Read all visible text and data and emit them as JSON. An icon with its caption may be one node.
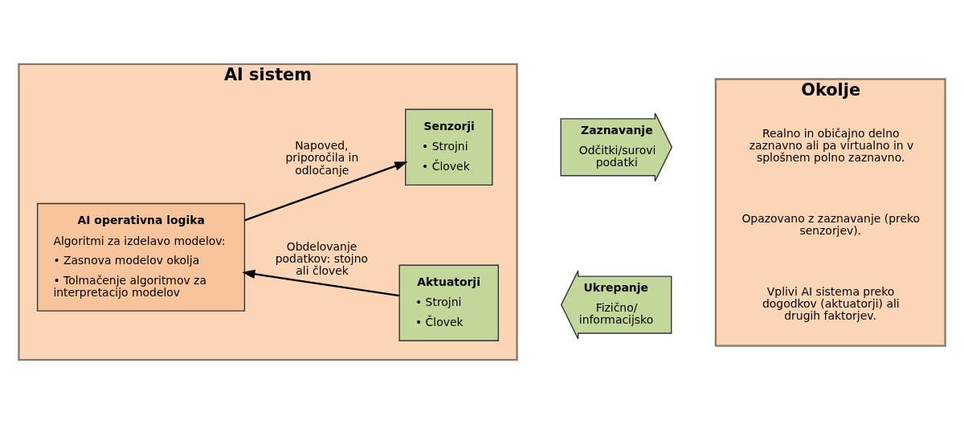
{
  "diagram": {
    "nodes": [
      {
        "text": [
          "AI sistem"
        ]
      },
      {
        "text": [
          "AI operativna logika",
          "Algoritmi za izdelavo modelov:",
          "• Zasnova modelov okolja",
          "• Tolmačenje algoritmov za interpretacijo modelov"
        ],
        "in": 0
      },
      {
        "text": [
          "Senzorji",
          "• Strojni",
          "• Človek"
        ],
        "in": 0
      },
      {
        "text": [
          "Aktuatorji",
          "• Strojni",
          "• Človek"
        ],
        "in": 0
      },
      {
        "text": [
          "Okolje"
        ]
      },
      {
        "text": [
          "Zaznavanje",
          "Odčitki/surovi podatki"
        ]
      },
      {
        "text": [
          "Ukrepanje",
          "Fizično/ informacijsko"
        ]
      }
    ],
    "edges": [
      {
        "from": 1,
        "to": 2,
        "arrow": "to",
        "label": "Napoved, priporočila in odločanje"
      },
      {
        "from": 3,
        "to": 1,
        "arrow": "to",
        "label": "Obdelovanje podatkov: stojno ali človek"
      }
    ],
    "labels": [
      "Realno in običajno delno zaznavno ali pa virtualno in v splošnem polno zaznavno.",
      "Opazovano z zaznavanje (preko senzorjev).",
      "Vplivi AI sistema preko dogodkov (aktuatorji) ali drugih faktorjev."
    ]
  }
}
